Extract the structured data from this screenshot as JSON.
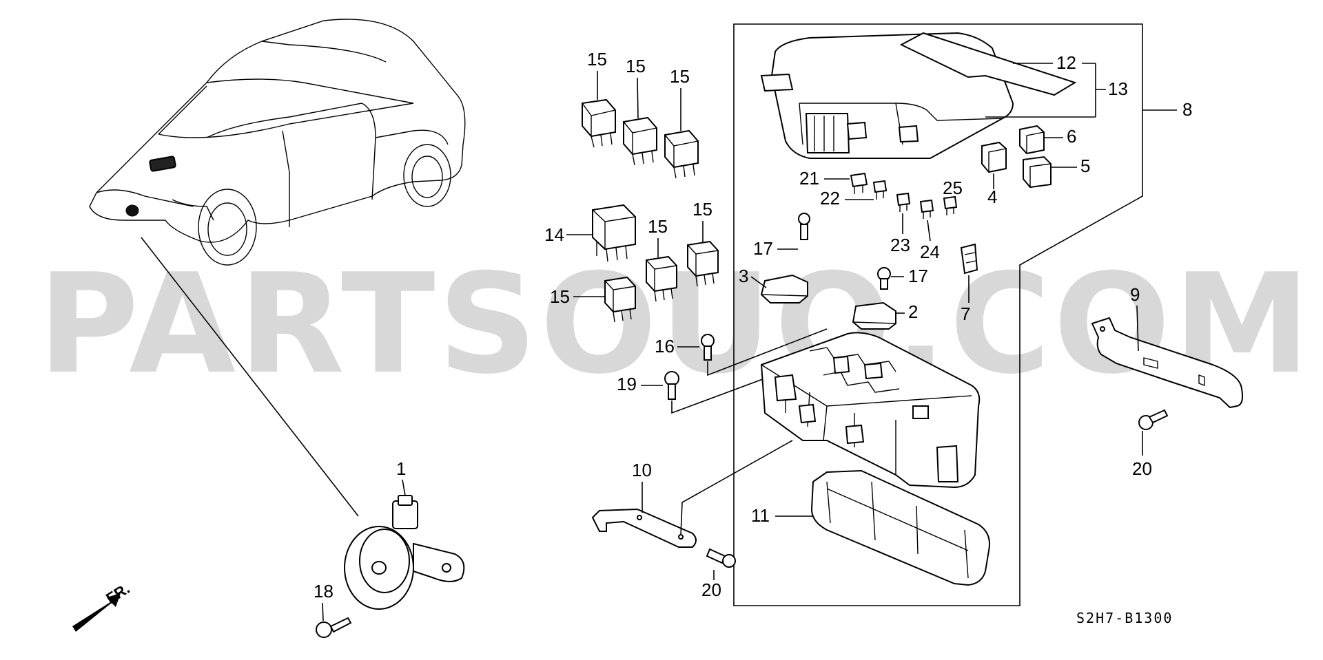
{
  "watermark": "PARTSOUQ.COM",
  "diagram_code": "S2H7-B1300",
  "front_indicator": "FR.",
  "callouts": {
    "c1": "1",
    "c2": "2",
    "c3": "3",
    "c4": "4",
    "c5": "5",
    "c6": "6",
    "c7": "7",
    "c8": "8",
    "c9": "9",
    "c10": "10",
    "c11": "11",
    "c12": "12",
    "c13": "13",
    "c14": "14",
    "c15": "15",
    "c16": "16",
    "c17": "17",
    "c18": "18",
    "c19": "19",
    "c20": "20",
    "c21": "21",
    "c22": "22",
    "c23": "23",
    "c24": "24",
    "c25": "25"
  }
}
